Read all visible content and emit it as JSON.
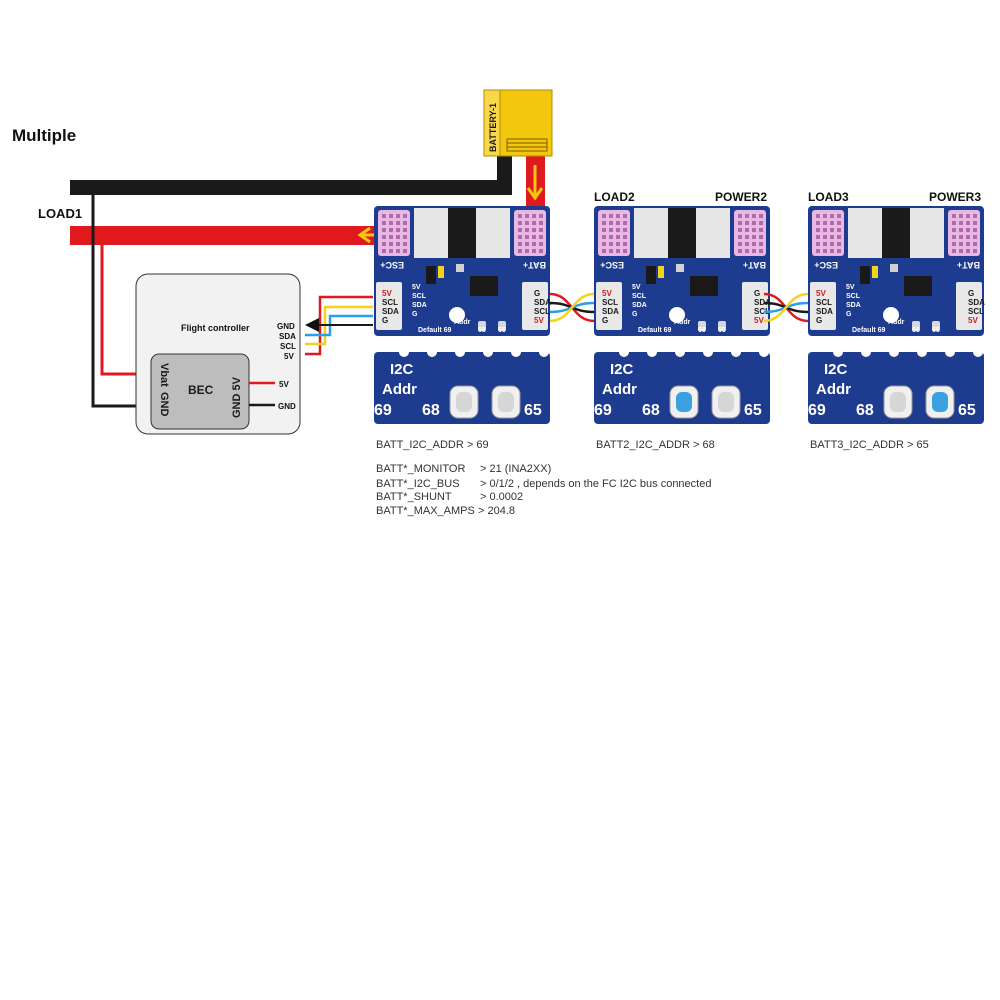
{
  "title": "Multiple",
  "load1": "LOAD1",
  "battery": "BATTERY-1",
  "flight_controller": {
    "title": "Flight controller",
    "pins": [
      "GND",
      "SDA",
      "SCL",
      "5V"
    ],
    "bec": "BEC",
    "vbat": "Vbat",
    "gnd_left": "GND",
    "gnd5v": "GND 5V",
    "out_5v": "5V",
    "out_gnd": "GND"
  },
  "boards": [
    {
      "load_label": "",
      "power_label": "",
      "esc": "ESC+",
      "bat": "BAT+",
      "left_pins": [
        "5V",
        "SCL",
        "SDA",
        "G"
      ],
      "right_pins": [
        "G",
        "SDA",
        "SCL",
        "5V"
      ],
      "silk_pins": [
        "5V",
        "SCL",
        "SDA",
        "G"
      ],
      "i2c_small": [
        "I2C",
        "Addr"
      ],
      "default_addr": "Default 69",
      "addr_68": "68",
      "addr_65": "65",
      "zoom_i2c": "I2C",
      "zoom_addr": "Addr",
      "zoom_69": "69",
      "zoom_68": "68",
      "zoom_65": "65",
      "active_pad": "none",
      "param": "BATT_I2C_ADDR   > 69"
    },
    {
      "load_label": "LOAD2",
      "power_label": "POWER2",
      "esc": "ESC+",
      "bat": "BAT+",
      "left_pins": [
        "5V",
        "SCL",
        "SDA",
        "G"
      ],
      "right_pins": [
        "G",
        "SDA",
        "SCL",
        "5V"
      ],
      "silk_pins": [
        "5V",
        "SCL",
        "SDA",
        "G"
      ],
      "i2c_small": [
        "I2C",
        "Addr"
      ],
      "default_addr": "Default 69",
      "addr_68": "68",
      "addr_65": "65",
      "zoom_i2c": "I2C",
      "zoom_addr": "Addr",
      "zoom_69": "69",
      "zoom_68": "68",
      "zoom_65": "65",
      "active_pad": "68",
      "param": "BATT2_I2C_ADDR   > 68"
    },
    {
      "load_label": "LOAD3",
      "power_label": "POWER3",
      "esc": "ESC+",
      "bat": "BAT+",
      "left_pins": [
        "5V",
        "SCL",
        "SDA",
        "G"
      ],
      "right_pins": [
        "G",
        "SDA",
        "SCL",
        "5V"
      ],
      "silk_pins": [
        "5V",
        "SCL",
        "SDA",
        "G"
      ],
      "i2c_small": [
        "I2C",
        "Addr"
      ],
      "default_addr": "Default 69",
      "addr_68": "68",
      "addr_65": "65",
      "zoom_i2c": "I2C",
      "zoom_addr": "Addr",
      "zoom_69": "69",
      "zoom_68": "68",
      "zoom_65": "65",
      "active_pad": "65",
      "param": "BATT3_I2C_ADDR   > 65"
    }
  ],
  "config": [
    {
      "key": "BATT*_MONITOR",
      "value": "> 21  (INA2XX)"
    },
    {
      "key": "BATT*_I2C_BUS",
      "value": "> 0/1/2 , depends on the FC I2C bus connected"
    },
    {
      "key": "BATT*_SHUNT",
      "value": "> 0.0002"
    },
    {
      "key": "BATT*_MAX_AMPS",
      "value": "> 204.8"
    }
  ],
  "colors": {
    "board": "#1d3b8f",
    "power_red": "#e0191f",
    "ground_black": "#1a1a1a",
    "sda_blue": "#2a9ee8",
    "scl_yellow": "#f2d21b",
    "battery_yellow": "#f4c70f",
    "pad_active": "#3aa0e0"
  }
}
